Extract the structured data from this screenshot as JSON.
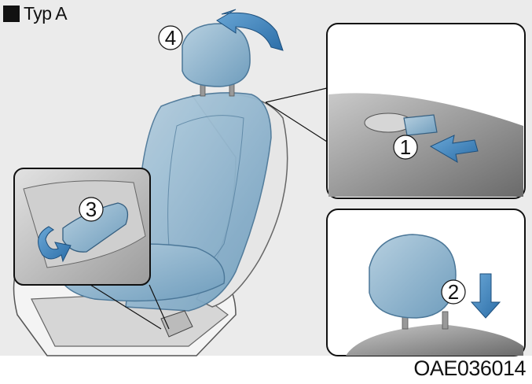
{
  "header": {
    "title": "Typ A"
  },
  "figure_code": "OAE036014",
  "steps": [
    {
      "label": "1"
    },
    {
      "label": "2"
    },
    {
      "label": "3"
    },
    {
      "label": "4"
    }
  ],
  "colors": {
    "seat_blue": "#8fb4cc",
    "seat_blue_dark": "#5f8fb0",
    "arrow_blue": "#3b7db8",
    "panel_grey": "#ebebeb"
  }
}
